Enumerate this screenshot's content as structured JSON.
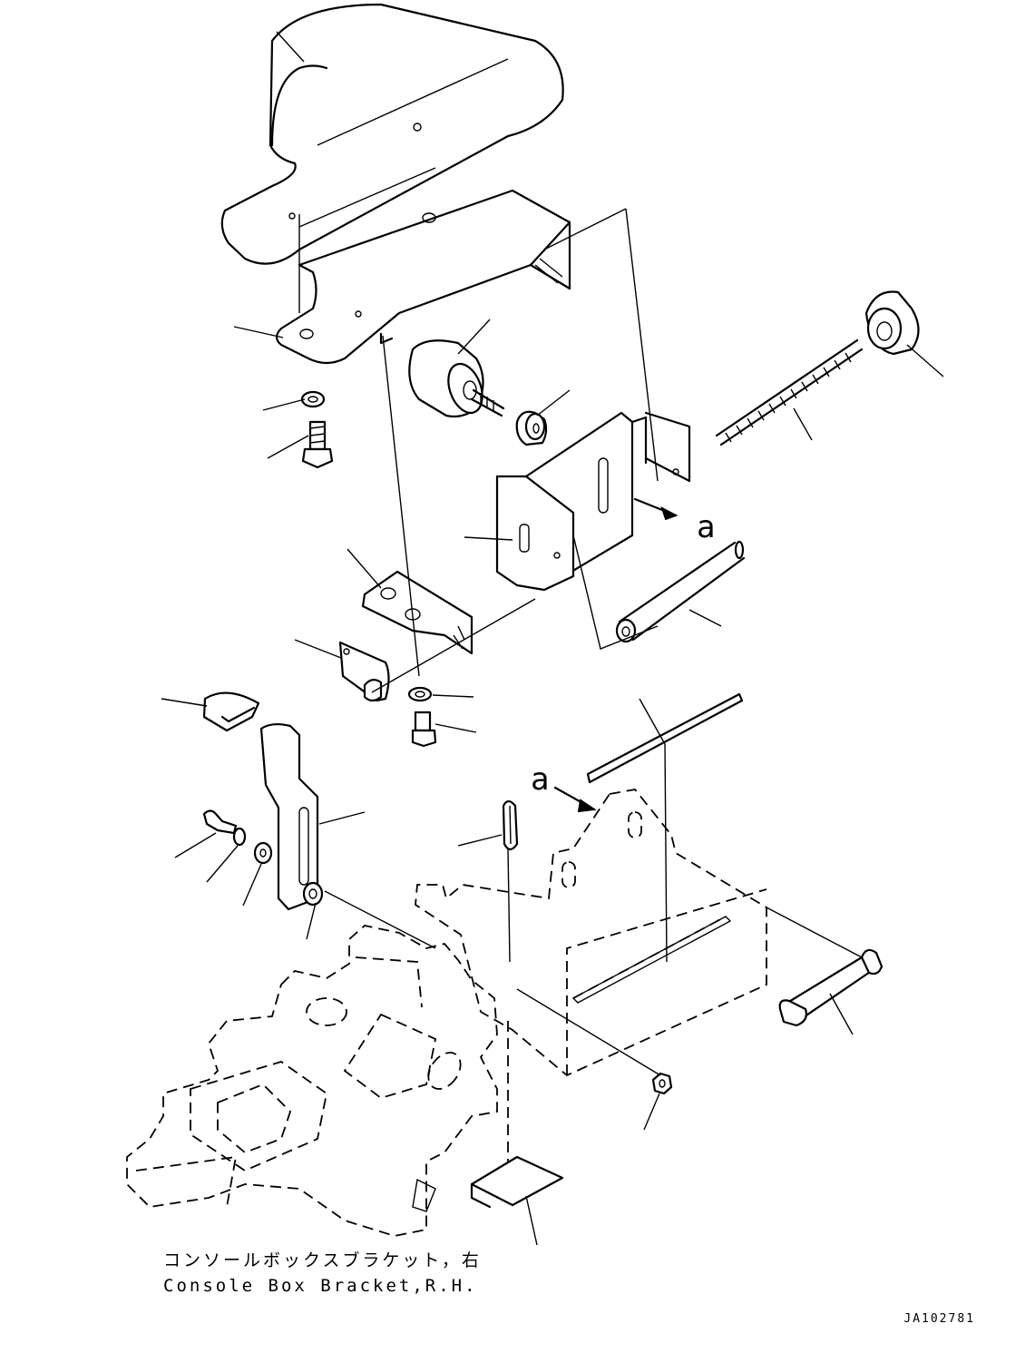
{
  "caption": {
    "japanese": "コンソールボックスブラケット，右",
    "english": "Console Box Bracket,R.H."
  },
  "callouts": {
    "arrow_a_1": "a",
    "arrow_a_2": "a"
  },
  "drawing_number": "JA102781"
}
